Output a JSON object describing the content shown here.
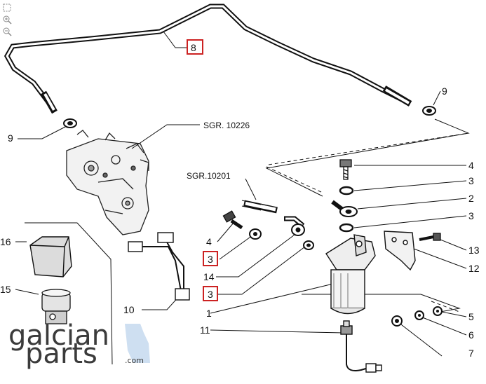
{
  "toolbar": {
    "icons": [
      "fit-page-icon",
      "zoom-in-icon",
      "zoom-out-icon"
    ]
  },
  "diagram": {
    "references": {
      "upper": "SGR. 10226",
      "lower": "SGR.10201"
    },
    "callouts": {
      "c8": "8",
      "c9_left": "9",
      "c9_right": "9",
      "c4_right": "4",
      "c3_right_a": "3",
      "c2_right": "2",
      "c3_right_b": "3",
      "c13": "13",
      "c12": "12",
      "c5": "5",
      "c6": "6",
      "c7": "7",
      "c16": "16",
      "c15": "15",
      "c4_left": "4",
      "c3_left_a": "3",
      "c14": "14",
      "c3_left_b": "3",
      "c1": "1",
      "c10": "10",
      "c11": "11"
    },
    "highlight_color": "#cc2222"
  },
  "watermark": {
    "line1": "galcian",
    "line2": "parts",
    "suffix": ".com",
    "accent_color": "#c9dcef"
  }
}
